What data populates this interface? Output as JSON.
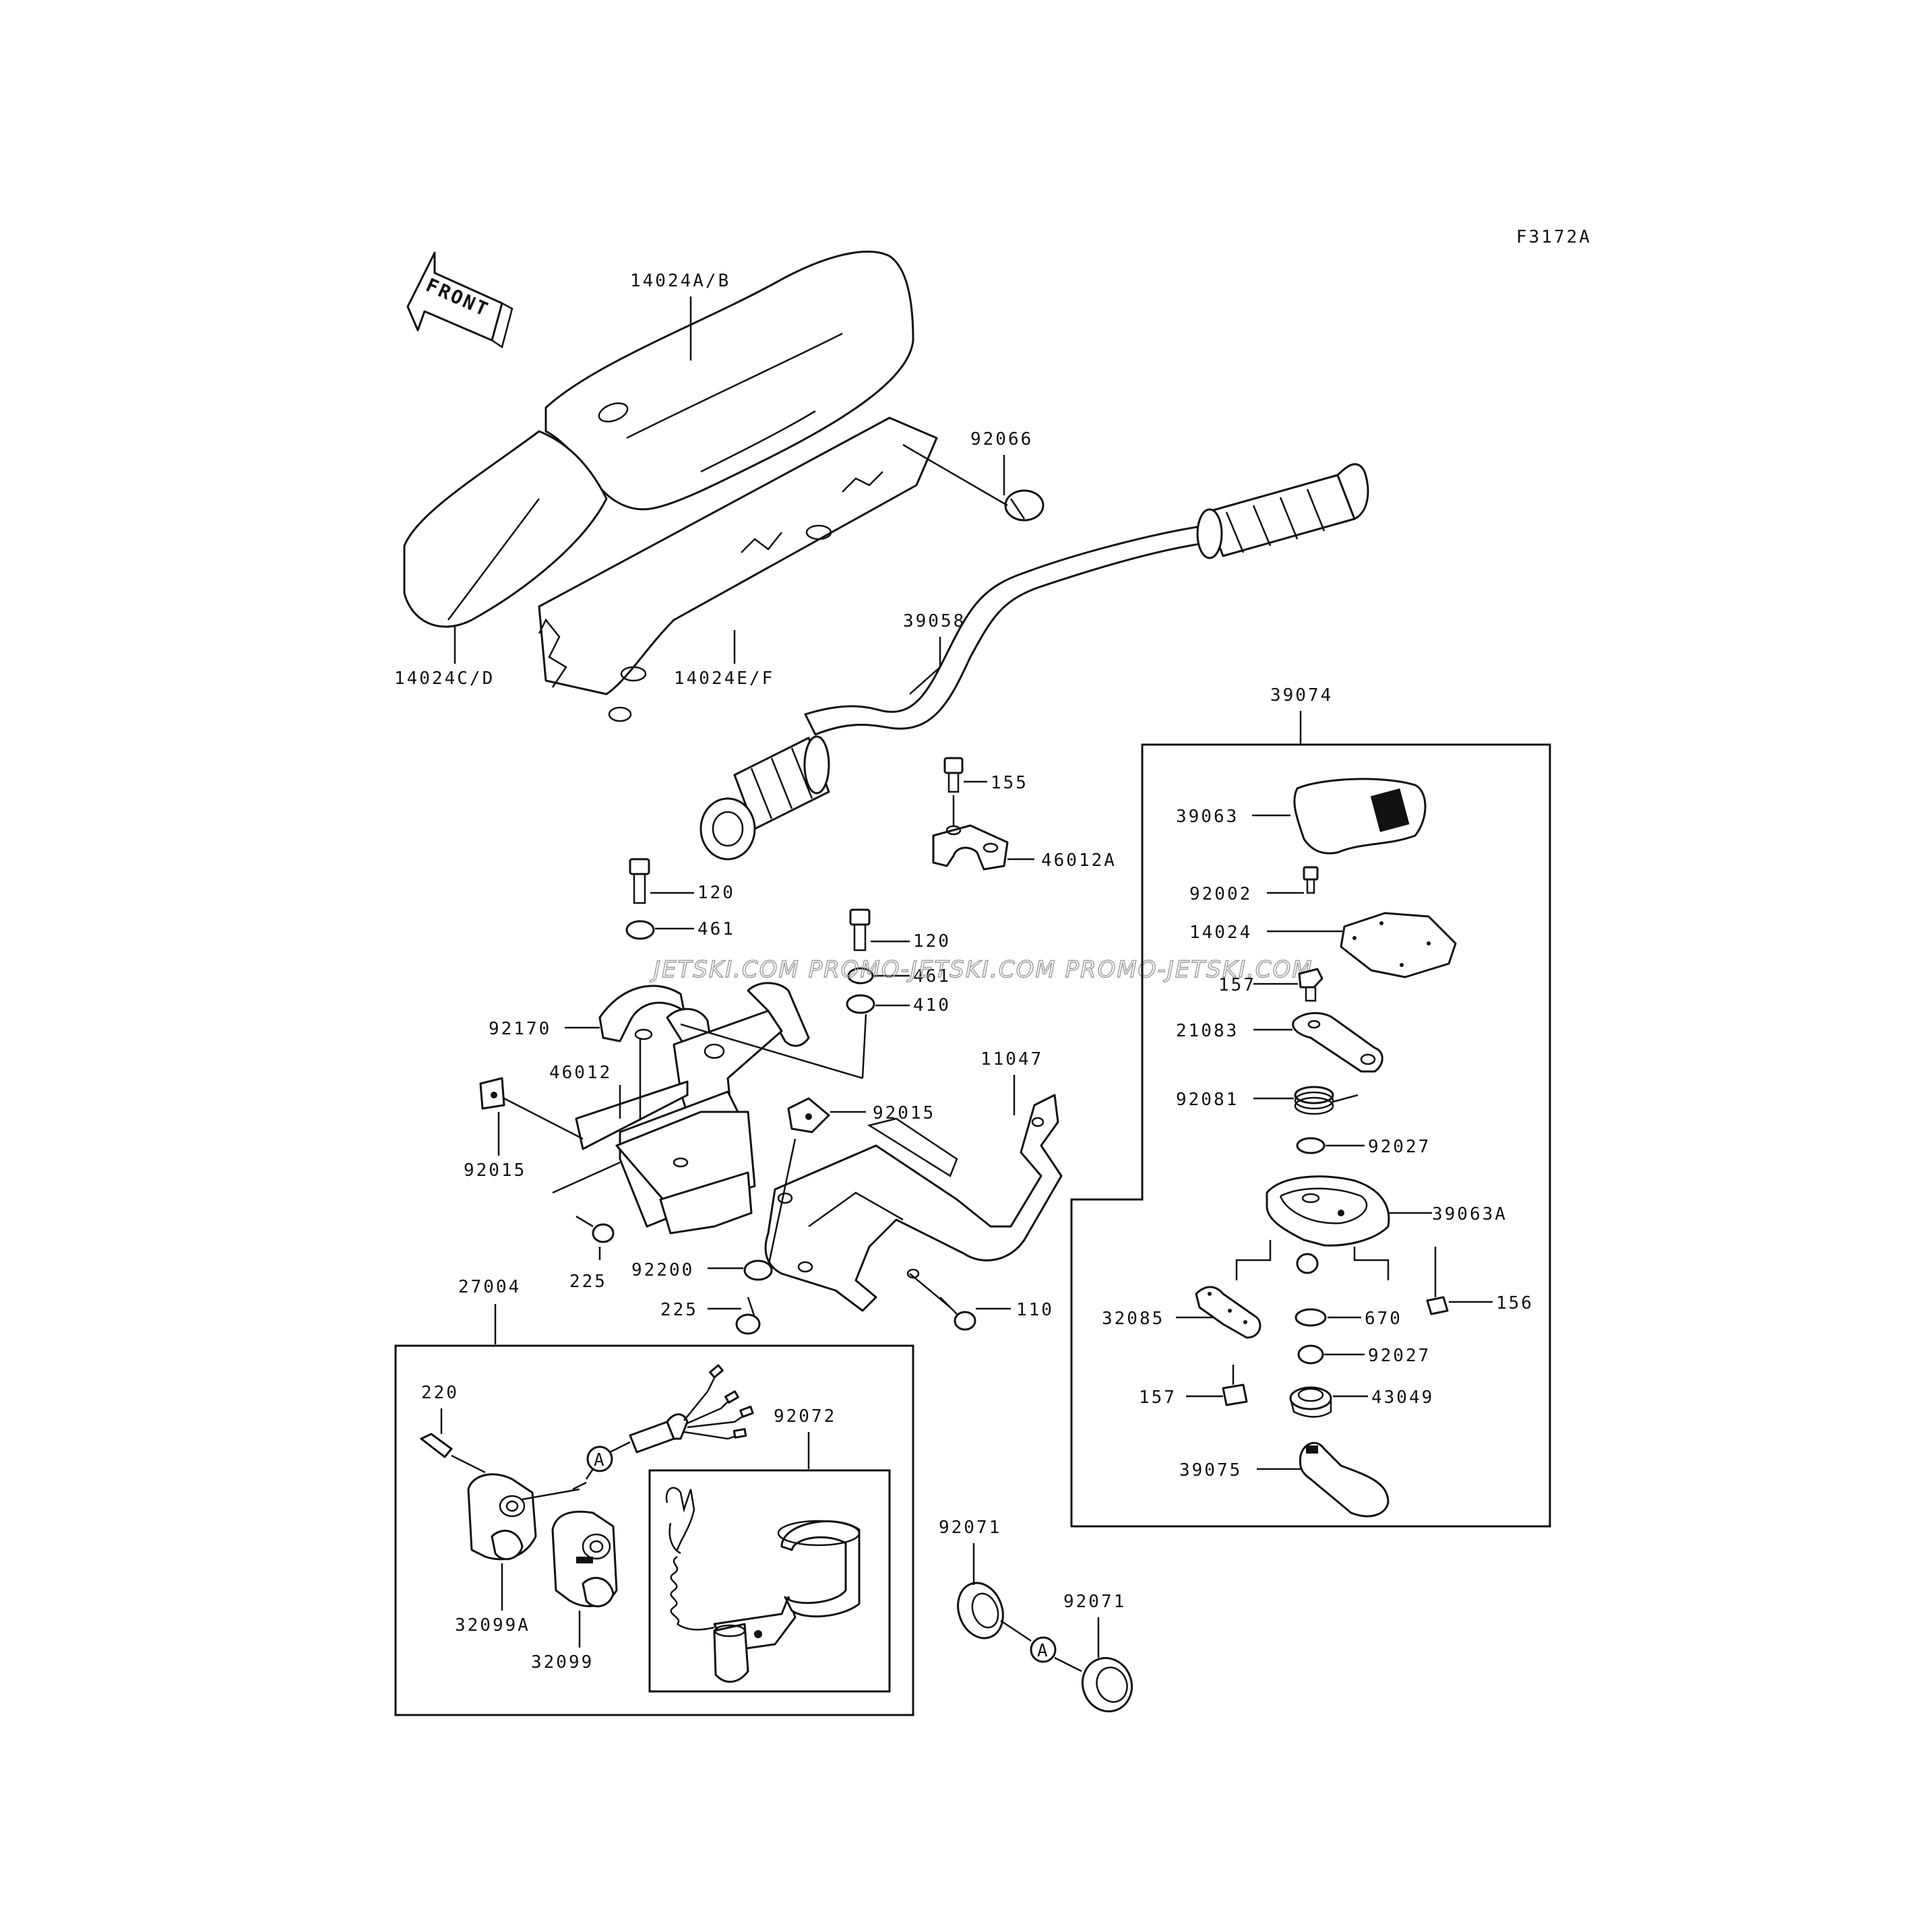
{
  "figure_code": "F3172A",
  "front_arrow_label": "FRONT",
  "watermark": "JETSKI.COM  PROMO-JETSKI.COM  PROMO-JETSKI.COM",
  "group_boxes": {
    "ref_27004": "27004",
    "ref_39074": "39074",
    "ref_92072": "92072"
  },
  "callouts": {
    "seat_top": "14024A/B",
    "seat_side_front": "14024C/D",
    "seat_side_rear": "14024E/F",
    "cap": "92066",
    "handlebar": "39058",
    "bolt_155": "155",
    "holder_46012A": "46012A",
    "bolt_120_left": "120",
    "washer_461_left": "461",
    "bolt_120_right": "120",
    "washer_461_right": "461",
    "washer_410": "410",
    "clamp_92170": "92170",
    "holder_46012": "46012",
    "bracket_11047": "11047",
    "nut_92015_right": "92015",
    "nut_92015_left": "92015",
    "screw_225_upper": "225",
    "collar_92200": "92200",
    "screw_225_lower": "225",
    "bolt_110": "110",
    "cover_39063": "39063",
    "screw_92002": "92002",
    "gasket_14024": "14024",
    "bolt_157_upper": "157",
    "lever_21083": "21083",
    "spring_92081": "92081",
    "washer_92027_upper": "92027",
    "case_39063A": "39063A",
    "bolt_156": "156",
    "lever_32085": "32085",
    "oring_670": "670",
    "washer_92027_lower": "92027",
    "bolt_157_lower": "157",
    "seal_43049": "43049",
    "lever_39075": "39075",
    "screw_220": "220",
    "switch_32099A": "32099A",
    "switch_32099": "32099",
    "grommet_92071_left": "92071",
    "grommet_92071_right": "92071",
    "connector_marker_a": "A",
    "connector_marker_b": "A"
  }
}
